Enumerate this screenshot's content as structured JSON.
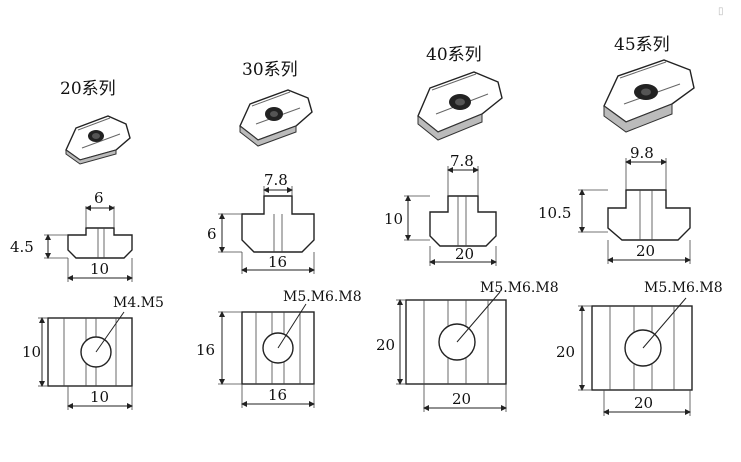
{
  "corner_mark": "▯",
  "series": [
    {
      "title": "20系列",
      "side": {
        "width": "6",
        "height": "4.5",
        "base": "10"
      },
      "front": {
        "thread": "M4.M5",
        "height": "10",
        "base": "10"
      }
    },
    {
      "title": "30系列",
      "side": {
        "width": "7.8",
        "height": "6",
        "base": "16"
      },
      "front": {
        "thread": "M5.M6.M8",
        "height": "16",
        "base": "16"
      }
    },
    {
      "title": "40系列",
      "side": {
        "width": "7.8",
        "height": "10",
        "base": "20"
      },
      "front": {
        "thread": "M5.M6.M8",
        "height": "20",
        "base": "20"
      }
    },
    {
      "title": "45系列",
      "side": {
        "width": "9.8",
        "height": "10.5",
        "base": "20"
      },
      "front": {
        "thread": "M5.M6.M8",
        "height": "20",
        "base": "20"
      }
    }
  ]
}
